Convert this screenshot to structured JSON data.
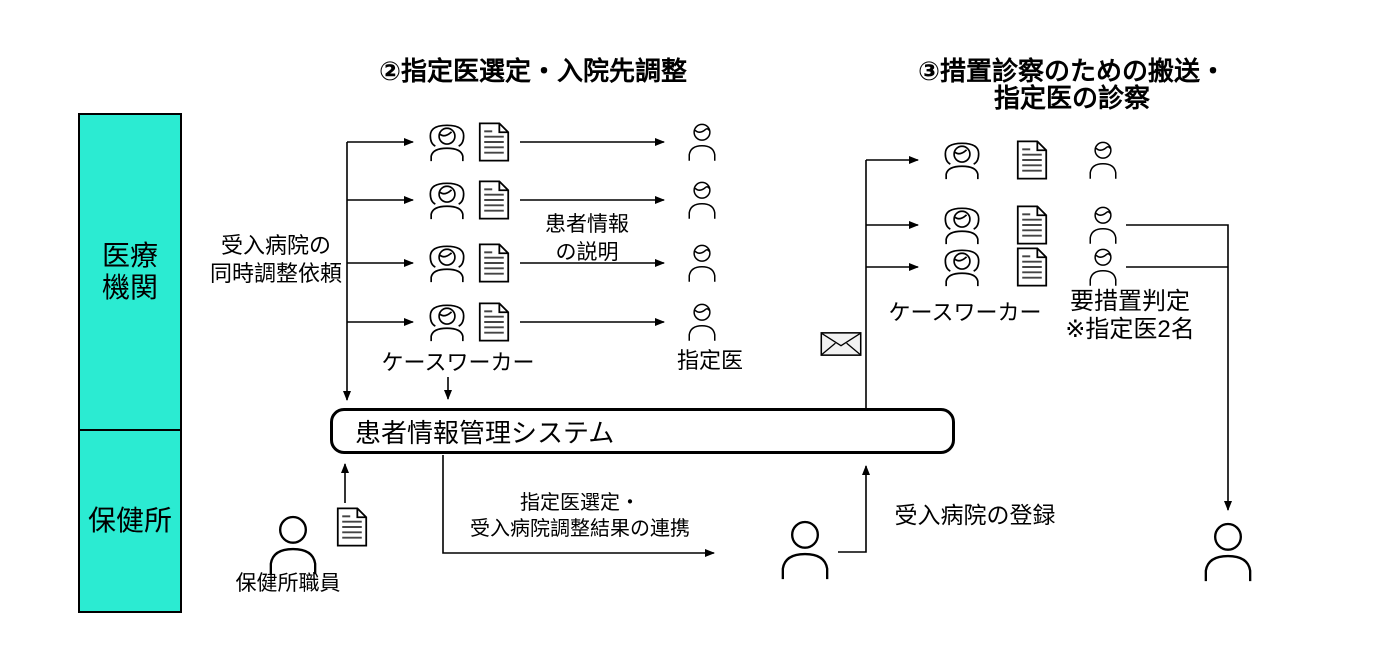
{
  "diagram": {
    "titles": {
      "step2": "②指定医選定・入院先調整",
      "step3": "③措置診察のための搬送・指定医の診察"
    },
    "lanes": [
      {
        "label": "医療\n機関"
      },
      {
        "label": "保健所"
      }
    ],
    "system_box": {
      "label": "患者情報管理システム"
    },
    "labels": {
      "simultaneous_request": "受入病院の\n同時調整依頼",
      "patient_info_explanation": "患者情報\nの説明",
      "caseworker_left": "ケースワーカー",
      "designated_doctor": "指定医",
      "health_center_staff": "保健所職員",
      "coordination_result_link": "指定医選定・\n受入病院調整結果の連携",
      "hospital_registration": "受入病院の登録",
      "caseworker_right": "ケースワーカー",
      "measure_required_judgement": "要措置判定\n※指定医2名"
    },
    "icons": {
      "caseworker": "caseworker-icon",
      "designated_doctor": "doctor-icon",
      "person": "person-icon",
      "document": "document-icon",
      "mail": "envelope-icon"
    },
    "colors": {
      "lane_fill": "#2BEBD2",
      "line": "#000000",
      "background": "#FFFFFF"
    }
  }
}
